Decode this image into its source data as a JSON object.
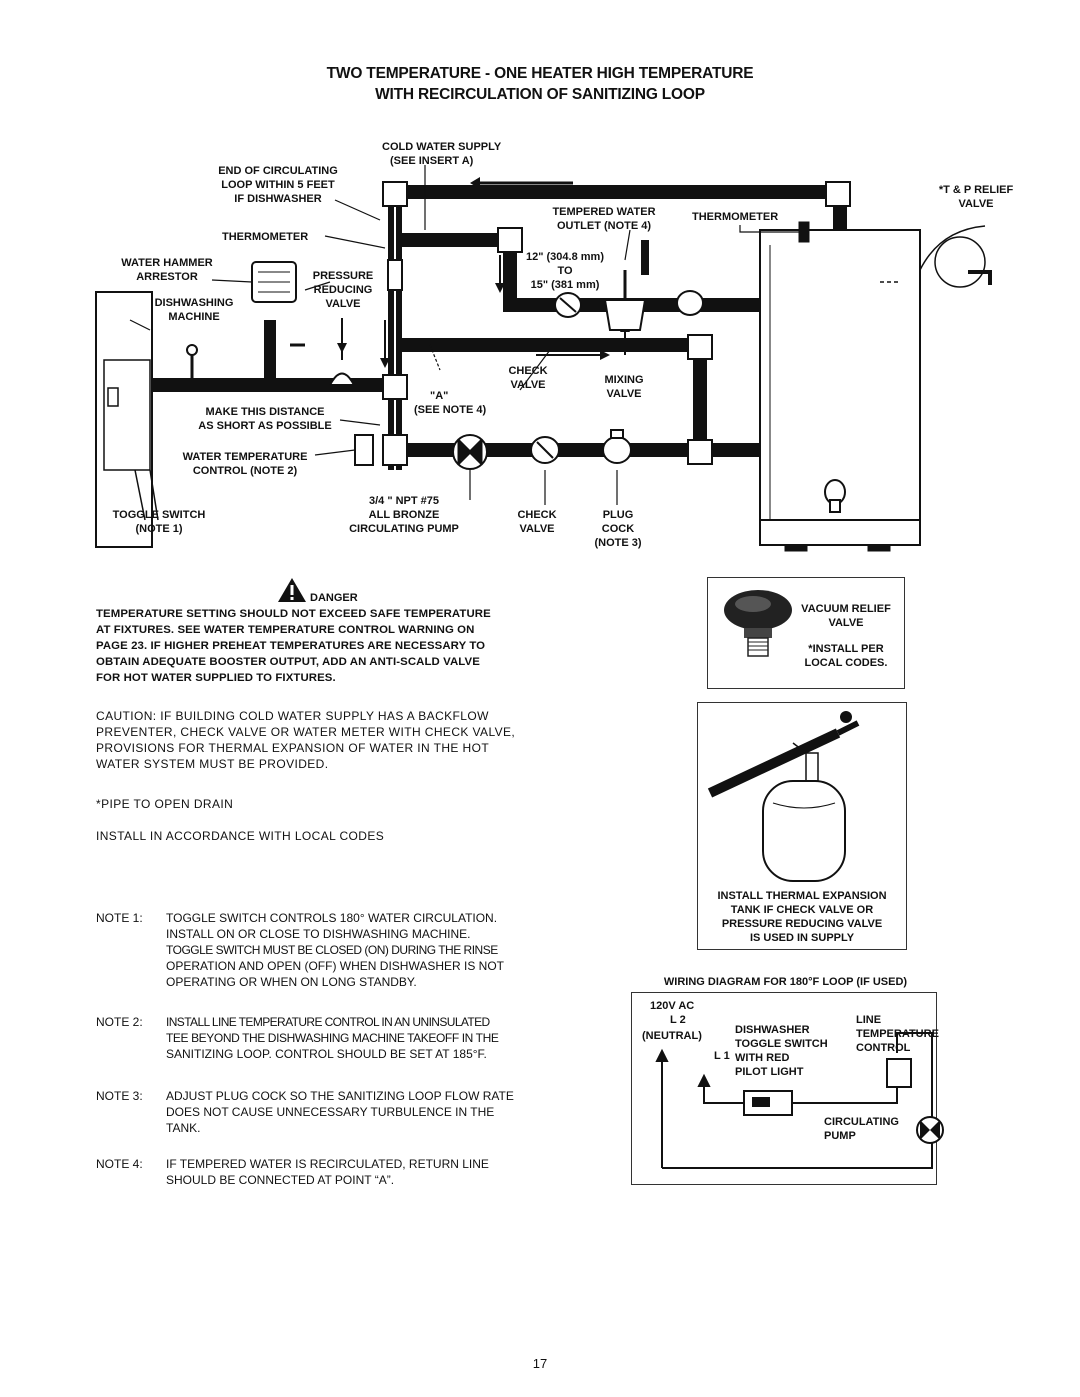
{
  "title": {
    "line1": "TWO TEMPERATURE - ONE HEATER HIGH TEMPERATURE",
    "line2": "WITH RECIRCULATION OF SANITIZING LOOP"
  },
  "diagram": {
    "cold_water_supply": "COLD WATER SUPPLY",
    "see_insert_a": "(SEE INSERT A)",
    "end_of_loop": [
      "END OF CIRCULATING",
      "LOOP WITHIN 5 FEET",
      "IF DISHWASHER"
    ],
    "thermometer_left": "THERMOMETER",
    "water_hammer": [
      "WATER HAMMER",
      "ARRESTOR"
    ],
    "pressure_reducing": [
      "PRESSURE",
      "REDUCING",
      "VALVE"
    ],
    "dishwashing_machine": [
      "DISHWASHING",
      "MACHINE"
    ],
    "tempered_water": [
      "TEMPERED WATER",
      "OUTLET (NOTE 4)"
    ],
    "thermometer_right": "THERMOMETER",
    "tp_relief": [
      "*T & P RELIEF",
      "VALVE"
    ],
    "dimension": [
      "12\" (304.8 mm)",
      "TO",
      "15\" (381 mm)"
    ],
    "point_a": "\"A\"",
    "see_note_4": "(SEE NOTE 4)",
    "check_valve_upper": [
      "CHECK",
      "VALVE"
    ],
    "mixing_valve": [
      "MIXING",
      "VALVE"
    ],
    "make_distance": [
      "MAKE THIS DISTANCE",
      "AS SHORT AS POSSIBLE"
    ],
    "water_temp_control": [
      "WATER TEMPERATURE",
      "CONTROL (NOTE 2)"
    ],
    "pump": [
      "3/4 \" NPT #75",
      "ALL BRONZE",
      "CIRCULATING PUMP"
    ],
    "check_valve_lower": [
      "CHECK",
      "VALVE"
    ],
    "plug_cock": [
      "PLUG",
      "COCK",
      "(NOTE 3)"
    ],
    "toggle_switch": [
      "TOGGLE SWITCH",
      "(NOTE 1)"
    ]
  },
  "danger": {
    "label": "DANGER",
    "text": [
      "TEMPERATURE SETTING SHOULD NOT EXCEED SAFE TEMPERATURE",
      "AT FIXTURES.  SEE WATER TEMPERATURE CONTROL WARNING ON",
      "PAGE 23.  IF HIGHER PREHEAT TEMPERATURES ARE NECESSARY TO",
      "OBTAIN ADEQUATE BOOSTER OUTPUT, ADD AN ANTI-SCALD VALVE",
      "FOR HOT WATER SUPPLIED TO FIXTURES."
    ]
  },
  "caution": [
    "CAUTION: IF BUILDING COLD WATER SUPPLY HAS A BACKFLOW",
    "PREVENTER, CHECK VALVE OR WATER METER WITH CHECK VALVE,",
    "PROVISIONS FOR THERMAL EXPANSION OF WATER IN THE HOT",
    "WATER SYSTEM MUST BE PROVIDED."
  ],
  "pipe_drain": "*PIPE TO OPEN DRAIN",
  "install_note": "INSTALL IN ACCORDANCE WITH LOCAL CODES",
  "notes": [
    {
      "label": "NOTE 1:",
      "lines": [
        "TOGGLE SWITCH CONTROLS 180° WATER CIRCULATION.",
        "INSTALL ON OR CLOSE TO DISHWASHING MACHINE.",
        "TOGGLE SWITCH MUST BE CLOSED (ON) DURING THE RINSE",
        "OPERATION AND OPEN (OFF) WHEN DISHWASHER IS NOT",
        "OPERATING OR WHEN ON LONG STANDBY."
      ]
    },
    {
      "label": "NOTE 2:",
      "lines": [
        "INSTALL LINE TEMPERATURE CONTROL IN AN UNINSULATED",
        "TEE BEYOND THE DISHWASHING MACHINE TAKEOFF IN THE",
        "SANITIZING LOOP.  CONTROL SHOULD BE SET AT 185°F."
      ]
    },
    {
      "label": "NOTE 3:",
      "lines": [
        "ADJUST PLUG COCK SO THE SANITIZING LOOP FLOW RATE",
        "DOES NOT CAUSE UNNECESSARY TURBULENCE IN THE",
        "TANK."
      ]
    },
    {
      "label": "NOTE 4:",
      "lines": [
        "IF TEMPERED WATER IS RECIRCULATED, RETURN LINE",
        "SHOULD BE CONNECTED AT POINT “A”."
      ]
    }
  ],
  "vacuum_relief": {
    "lines": [
      "VACUUM RELIEF",
      "VALVE"
    ],
    "install_per": [
      "*INSTALL PER",
      "LOCAL CODES."
    ]
  },
  "expansion": [
    "INSTALL THERMAL EXPANSION",
    "TANK IF CHECK VALVE OR",
    "PRESSURE REDUCING VALVE",
    "IS USED IN SUPPLY"
  ],
  "wiring": {
    "title": "WIRING DIAGRAM FOR 180°F LOOP (IF USED)",
    "supply": "120V AC",
    "l2": "L 2",
    "neutral": "(NEUTRAL)",
    "l1": "L 1",
    "dishwasher_switch": [
      "DISHWASHER",
      "TOGGLE SWITCH",
      "WITH RED",
      "PILOT LIGHT"
    ],
    "line_temp": [
      "LINE",
      "TEMPERATURE",
      "CONTROL"
    ],
    "pump": [
      "CIRCULATING",
      "PUMP"
    ]
  },
  "page_number": "17"
}
